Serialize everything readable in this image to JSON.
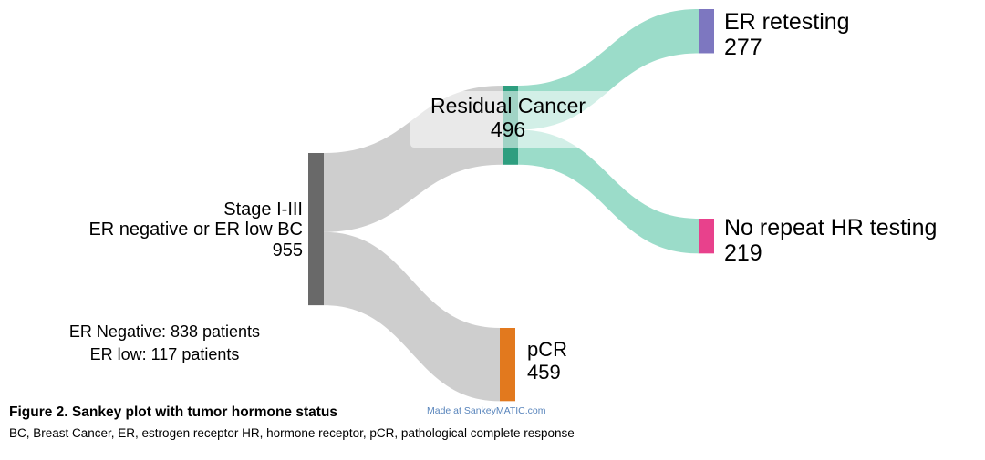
{
  "figure": {
    "caption": "Figure 2. Sankey plot with tumor hormone status",
    "footnote": "BC, Breast Cancer, ER, estrogen receptor  HR, hormone receptor, pCR, pathological complete response",
    "watermark": "Made at SankeyMATIC.com"
  },
  "annotations": {
    "er_negative": "ER Negative: 838 patients",
    "er_low": "ER low: 117 patients"
  },
  "chart_data": {
    "type": "sankey",
    "title": "Figure 2. Sankey plot with tumor hormone status",
    "nodes": [
      {
        "id": "stage",
        "label_lines": [
          "Stage I-III",
          "ER negative or ER low BC"
        ],
        "value": 955,
        "color": "#696969"
      },
      {
        "id": "residual",
        "label": "Residual Cancer",
        "value": 496,
        "color": "#2e9e7f"
      },
      {
        "id": "pcr",
        "label": "pCR",
        "value": 459,
        "color": "#e2791e"
      },
      {
        "id": "er_retesting",
        "label": "ER retesting",
        "value": 277,
        "color": "#7d77c0"
      },
      {
        "id": "no_repeat",
        "label": "No repeat HR testing",
        "value": 219,
        "color": "#e8418c"
      }
    ],
    "links": [
      {
        "source": "stage",
        "target": "residual",
        "value": 496,
        "color": "#c6c6c6"
      },
      {
        "source": "stage",
        "target": "pcr",
        "value": 459,
        "color": "#c6c6c6"
      },
      {
        "source": "residual",
        "target": "er_retesting",
        "value": 277,
        "color": "#8ad6bf"
      },
      {
        "source": "residual",
        "target": "no_repeat",
        "value": 219,
        "color": "#8ad6bf"
      }
    ]
  }
}
